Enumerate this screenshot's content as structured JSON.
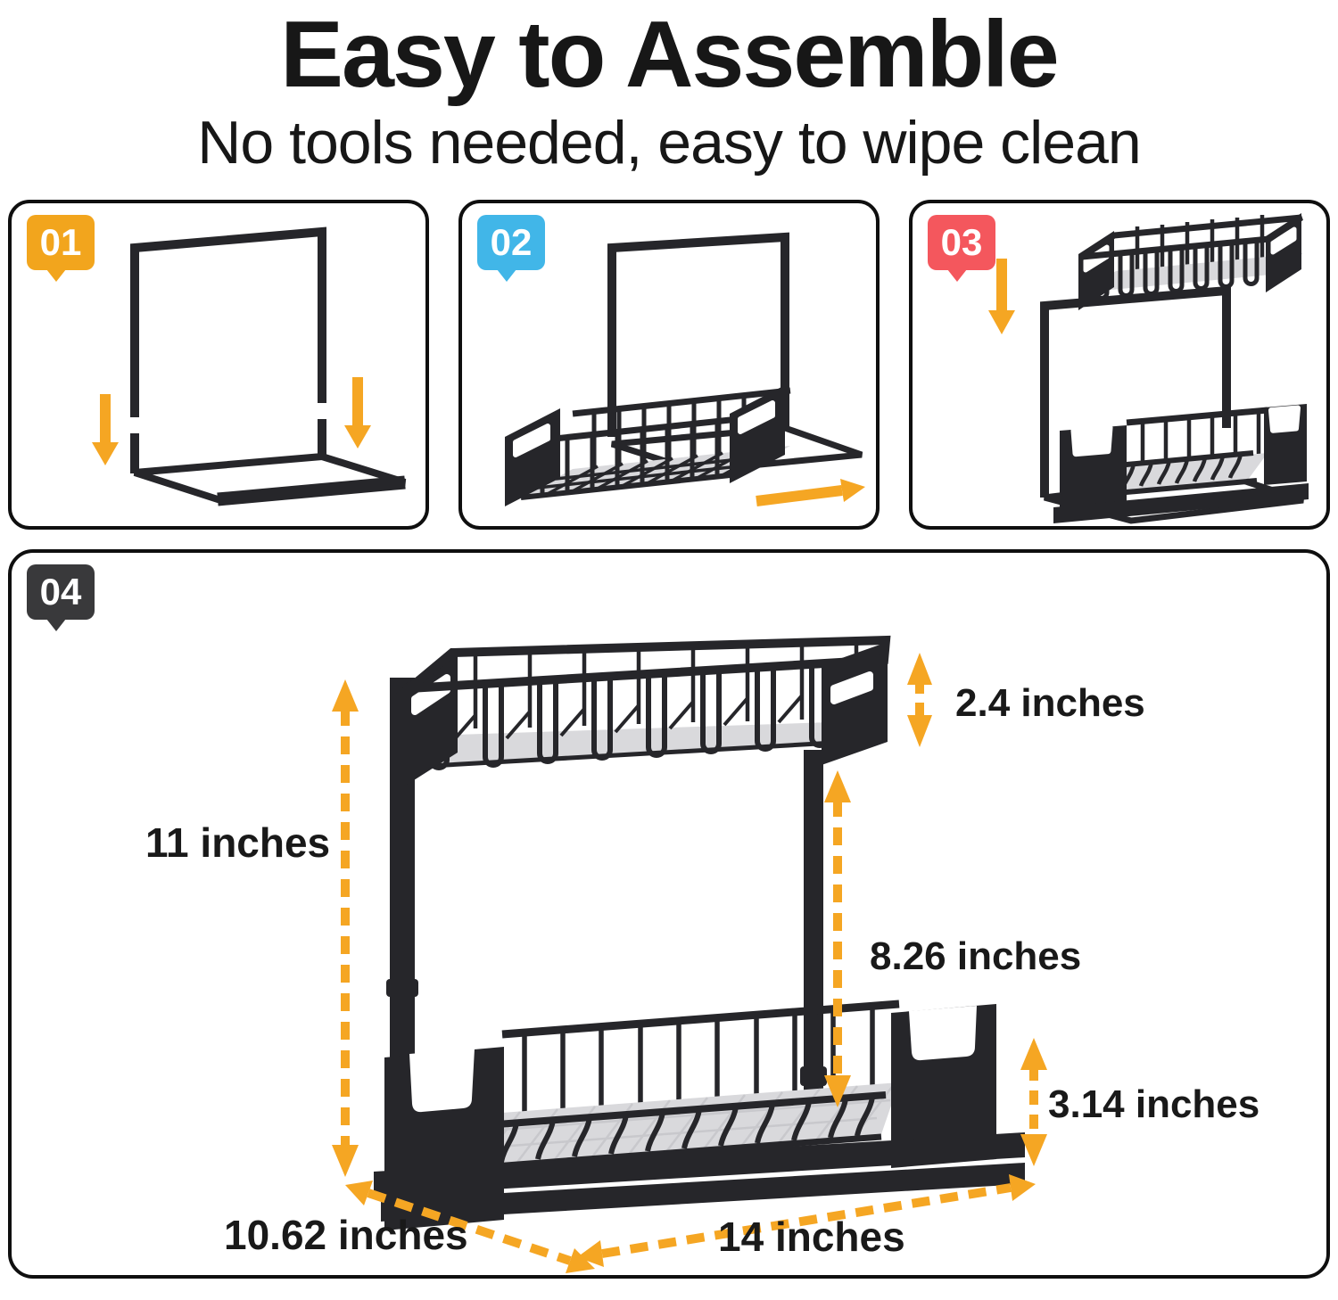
{
  "title": "Easy to Assemble",
  "subtitle": "No tools needed, easy to wipe clean",
  "steps": [
    {
      "number": "01",
      "color": "#F2A51D"
    },
    {
      "number": "02",
      "color": "#41B6E8"
    },
    {
      "number": "03",
      "color": "#F4575D"
    },
    {
      "number": "04",
      "color": "#39393B"
    }
  ],
  "dimensions": {
    "total_height": "11 inches",
    "top_basket_height": "2.4 inches",
    "tier_gap": "8.26 inches",
    "bottom_basket_height": "3.14 inches",
    "depth": "10.62 inches",
    "width": "14 inches"
  },
  "colors": {
    "arrow": "#F5A623",
    "ink": "#26262A",
    "floor": "#D9D9DC"
  }
}
